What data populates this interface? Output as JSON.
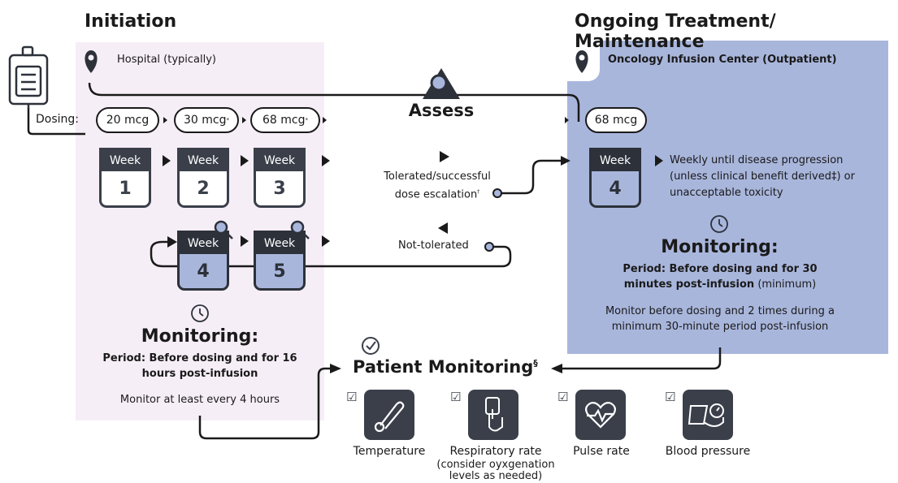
{
  "initiation": {
    "title": "Initiation",
    "location": "Hospital (typically)",
    "dosing_label": "Dosing:",
    "doses": [
      {
        "value": "20 mcg",
        "mark": ""
      },
      {
        "value": "30 mcg",
        "mark": "*"
      },
      {
        "value": "68 mcg",
        "mark": "*"
      }
    ],
    "weeks": [
      {
        "label": "Week",
        "number": "1"
      },
      {
        "label": "Week",
        "number": "2"
      },
      {
        "label": "Week",
        "number": "3"
      },
      {
        "label": "Week",
        "number": "4"
      },
      {
        "label": "Week",
        "number": "5"
      }
    ],
    "monitoring_title": "Monitoring:",
    "monitoring_period": "Period: Before dosing and for 16 hours post-infusion",
    "monitoring_freq": "Monitor at least every 4 hours"
  },
  "assess": {
    "label": "Assess",
    "tolerated": "Tolerated/successful dose escalation",
    "tolerated_mark": "†",
    "not_tolerated": "Not-tolerated"
  },
  "maintenance": {
    "title": "Ongoing Treatment/ Maintenance",
    "location": "Oncology Infusion Center (Outpatient)",
    "dose": "68 mcg",
    "week": {
      "label": "Week",
      "number": "4"
    },
    "schedule": "Weekly until disease progression (unless clinical benefit derived‡) or unacceptable toxicity",
    "monitoring_title": "Monitoring:",
    "monitoring_period_bold": "Period: Before dosing and for 30 minutes post-infusion",
    "monitoring_period_rest": "(minimum)",
    "monitoring_freq": "Monitor before dosing and 2 times during a minimum 30-minute period post-infusion"
  },
  "patient_monitoring": {
    "title": "Patient Monitoring",
    "mark": "§",
    "items": [
      {
        "label": "Temperature",
        "note": "",
        "icon": "thermometer-icon"
      },
      {
        "label": "Respiratory rate",
        "note": "(consider oyxgenation levels as needed)",
        "icon": "pulse-oximeter-icon"
      },
      {
        "label": "Pulse rate",
        "note": "",
        "icon": "heart-pulse-icon"
      },
      {
        "label": "Blood pressure",
        "note": "",
        "icon": "blood-pressure-cuff-icon"
      }
    ]
  },
  "colors": {
    "left_panel": "#f6eef6",
    "right_panel": "#a9b6dc",
    "dark": "#3a3f4a"
  }
}
